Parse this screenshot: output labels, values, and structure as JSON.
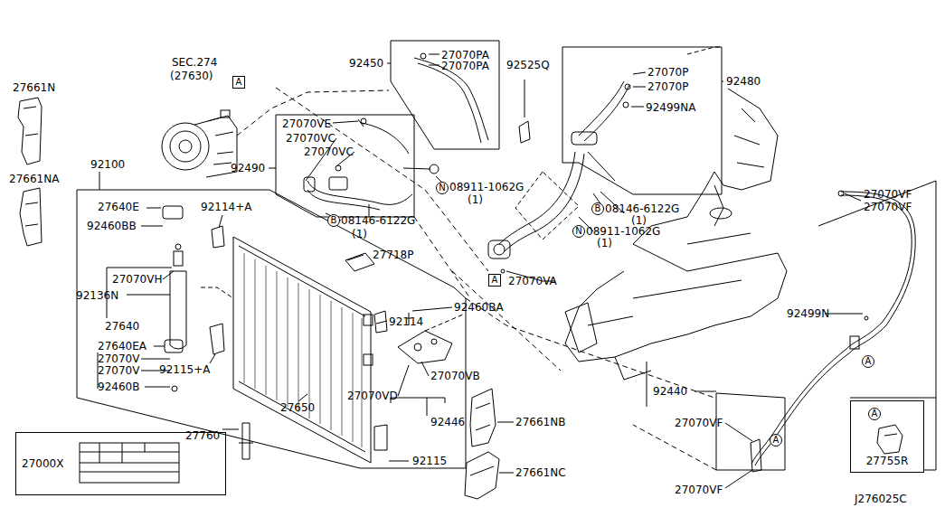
{
  "diagram": {
    "nodes": [
      {
        "text": [
          "A"
        ]
      },
      {
        "text": [
          "A"
        ]
      },
      {
        "text": [
          "N"
        ]
      },
      {
        "text": [
          "B"
        ]
      },
      {
        "text": [
          "B"
        ]
      },
      {
        "text": [
          "N"
        ]
      },
      {
        "text": [
          "A"
        ]
      },
      {
        "text": [
          "A"
        ]
      },
      {
        "text": [
          "27000X"
        ]
      },
      {
        "text": [
          "27755R"
        ]
      },
      {
        "text": [
          "A"
        ],
        "in": 9
      }
    ],
    "labels": [
      "27661N",
      "27661NA",
      "SEC.274",
      "(27630)",
      "92100",
      "27640E",
      "92460BB",
      "92114+A",
      "27070VH",
      "92136N",
      "27640",
      "27640EA",
      "27070V",
      "27070V",
      "92460B",
      "92115+A",
      "27650",
      "27760",
      "92115",
      "92446",
      "27070VB",
      "27070VD",
      "92114",
      "92460BA",
      "27718P",
      "92490",
      "27070VE",
      "27070VC",
      "27070VC",
      "08911-1062G",
      "(1)",
      "08146-6122G",
      "(1)",
      "92450",
      "27070PA",
      "27070PA",
      "92525Q",
      "27070P",
      "27070P",
      "92480",
      "92499NA",
      "08146-6122G",
      "(1)",
      "08911-1062G",
      "(1)",
      "27070VA",
      "27661NB",
      "27661NC",
      "27070VF",
      "27070VF",
      "92499N",
      "92440",
      "27070VF",
      "27070VF",
      "J276025C"
    ]
  }
}
